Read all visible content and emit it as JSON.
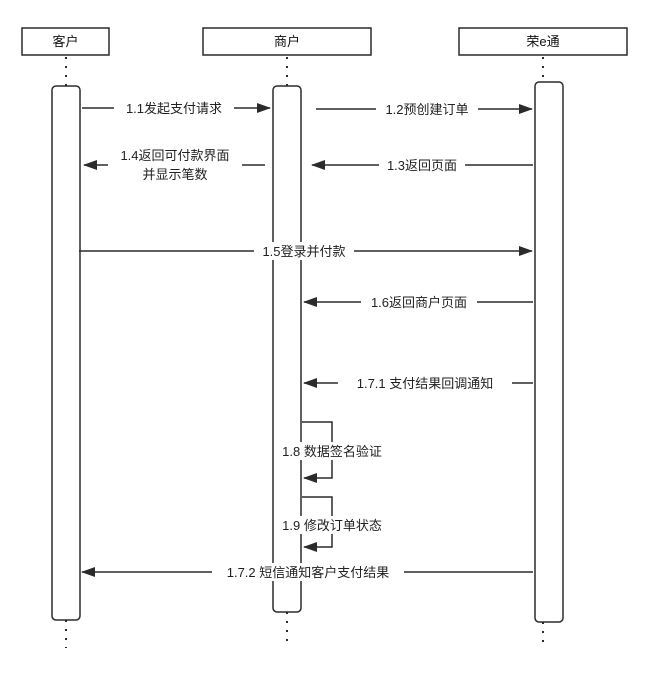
{
  "participants": {
    "customer": "客户",
    "merchant": "商户",
    "rongetong": "荣e通"
  },
  "messages": [
    {
      "id": "m1_1",
      "text": "1.1发起支付请求"
    },
    {
      "id": "m1_2",
      "text": "1.2预创建订单"
    },
    {
      "id": "m1_3",
      "text": "1.3返回页面"
    },
    {
      "id": "m1_4",
      "lines": [
        "1.4返回可付款界面",
        "并显示笔数"
      ]
    },
    {
      "id": "m1_5",
      "text": "1.5登录并付款"
    },
    {
      "id": "m1_6",
      "text": "1.6返回商户页面"
    },
    {
      "id": "m1_7_1",
      "text": "1.7.1 支付结果回调通知"
    },
    {
      "id": "m1_8",
      "text": "1.8 数据签名验证"
    },
    {
      "id": "m1_9",
      "text": "1.9 修改订单状态"
    },
    {
      "id": "m1_7_2",
      "text": "1.7.2 短信通知客户支付结果"
    }
  ],
  "colors": {
    "line": "#2b2b2b",
    "box_fill": "#ffffff",
    "background": "#ffffff"
  }
}
